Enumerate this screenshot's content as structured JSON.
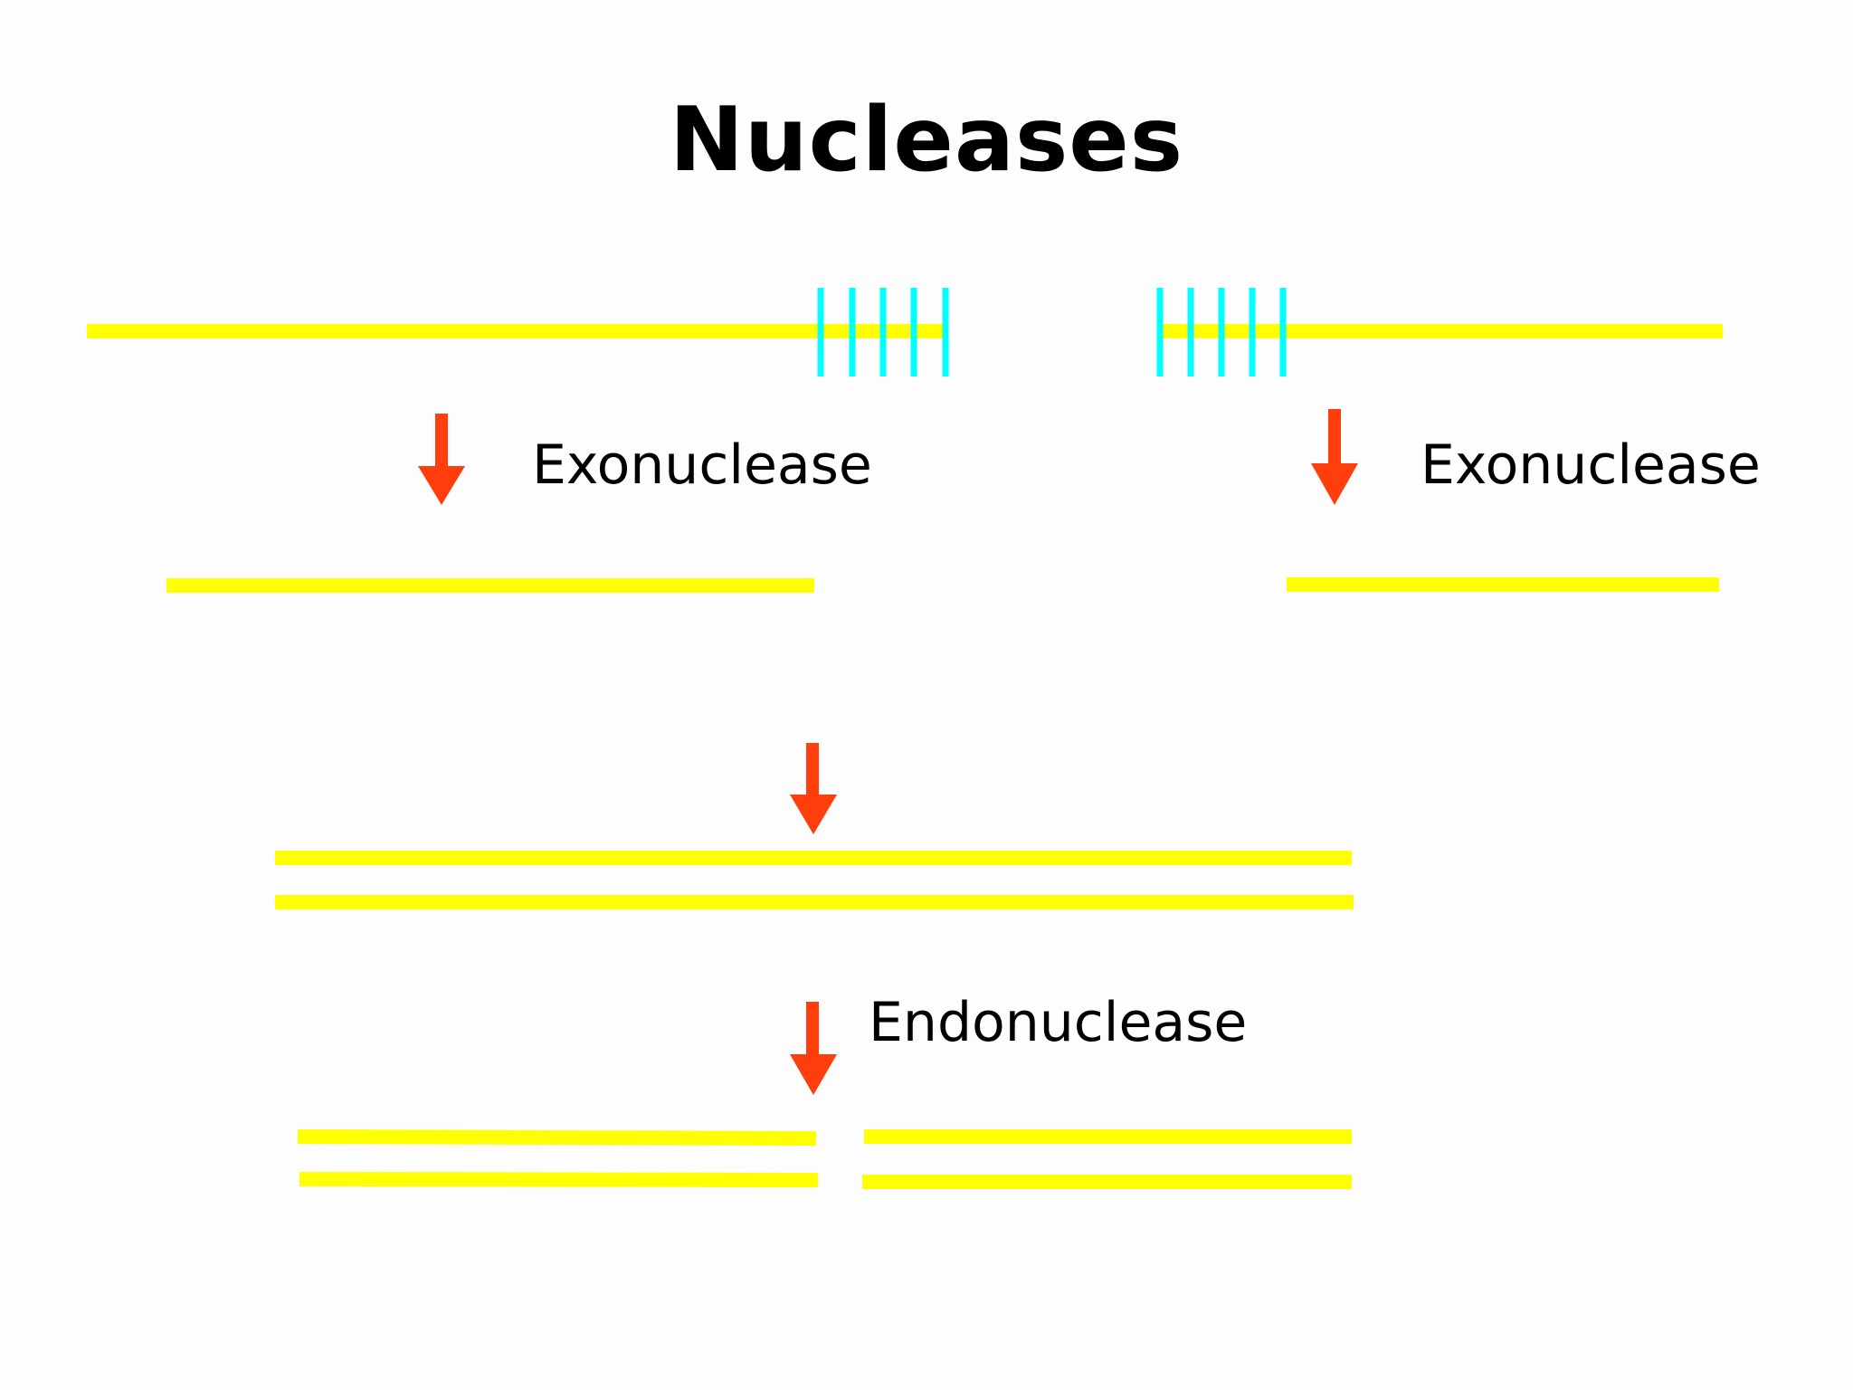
{
  "title": "Nucleases",
  "labels": {
    "exonuclease_left": "Exonuclease",
    "exonuclease_right": "Exonuclease",
    "endonuclease": "Endonuclease"
  },
  "colors": {
    "strand": "#ffff00",
    "end_marks": "#00ffff",
    "arrow": "#ff3d0d",
    "text": "#000000",
    "background": "#fdfdfd"
  }
}
